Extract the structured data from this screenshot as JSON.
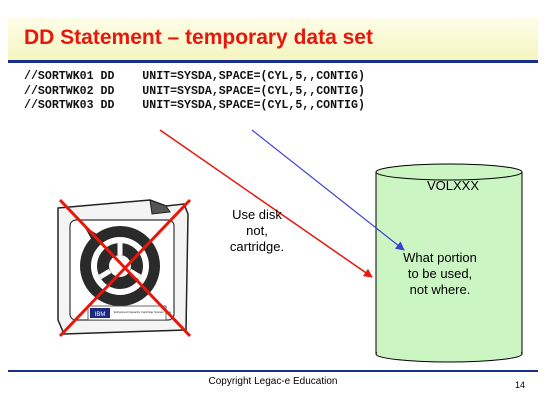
{
  "slide": {
    "title": "DD Statement – temporary data set",
    "code_lines": [
      "//SORTWK01 DD    UNIT=SYSDA,SPACE=(CYL,5,,CONTIG)",
      "//SORTWK02 DD    UNIT=SYSDA,SPACE=(CYL,5,,CONTIG)",
      "//SORTWK03 DD    UNIT=SYSDA,SPACE=(CYL,5,,CONTIG)"
    ],
    "cartridge_note": "Use disk not, cartridge.",
    "cartridge_note_lines": [
      "Use disk",
      "not,",
      "cartridge."
    ],
    "volume_label": "VOLXXX",
    "volume_note_lines": [
      "What portion",
      "to be used,",
      "not where."
    ],
    "cartridge_brand": "IBM",
    "cartridge_caption": "Enhanced Capacity Cartridge System Tape",
    "footer": "Copyright Legac-e Education",
    "page_number": "14"
  },
  "colors": {
    "title": "#e8170c",
    "rule": "#1a2e8c",
    "cylinder_fill": "#ccf5c4",
    "red_arrow": "#e8170c",
    "blue_arrow": "#3b3fd1",
    "cross": "#e8170c"
  },
  "icons": [
    "tape-cartridge-icon",
    "disk-volume-icon",
    "cross-out-icon"
  ]
}
